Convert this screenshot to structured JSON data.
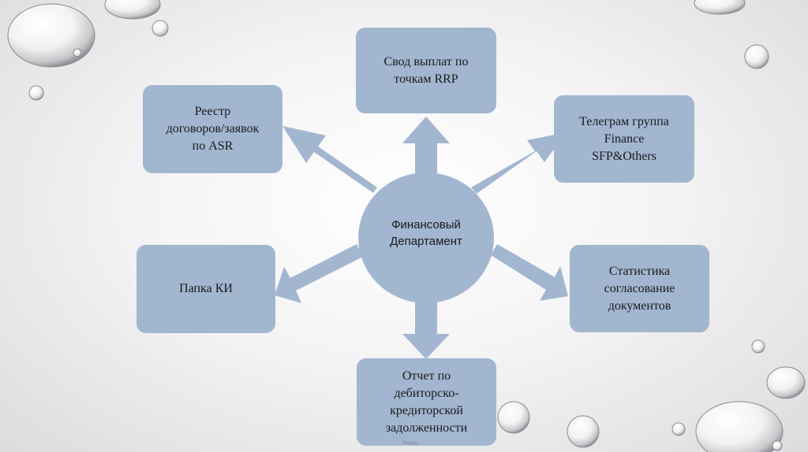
{
  "diagram": {
    "center": {
      "label": "Финансовый\nДепартамент"
    },
    "nodes": {
      "top": "Свод выплат по\nточкам RRP",
      "top_left": "Реестр\nдоговоров/заявок\nпо ASR",
      "top_right": "Телеграм группа\nFinance\nSFP&Others",
      "left": "Папка КИ",
      "right": "Статистика\nсогласование\nдокументов",
      "bottom": "Отчет по\nдебиторско-\nкредиторской\nзадолженности"
    },
    "colors": {
      "box_fill": "#a2b6d0",
      "arrow_fill": "#a2b6d0"
    }
  },
  "footer": {
    "text": "Public"
  }
}
